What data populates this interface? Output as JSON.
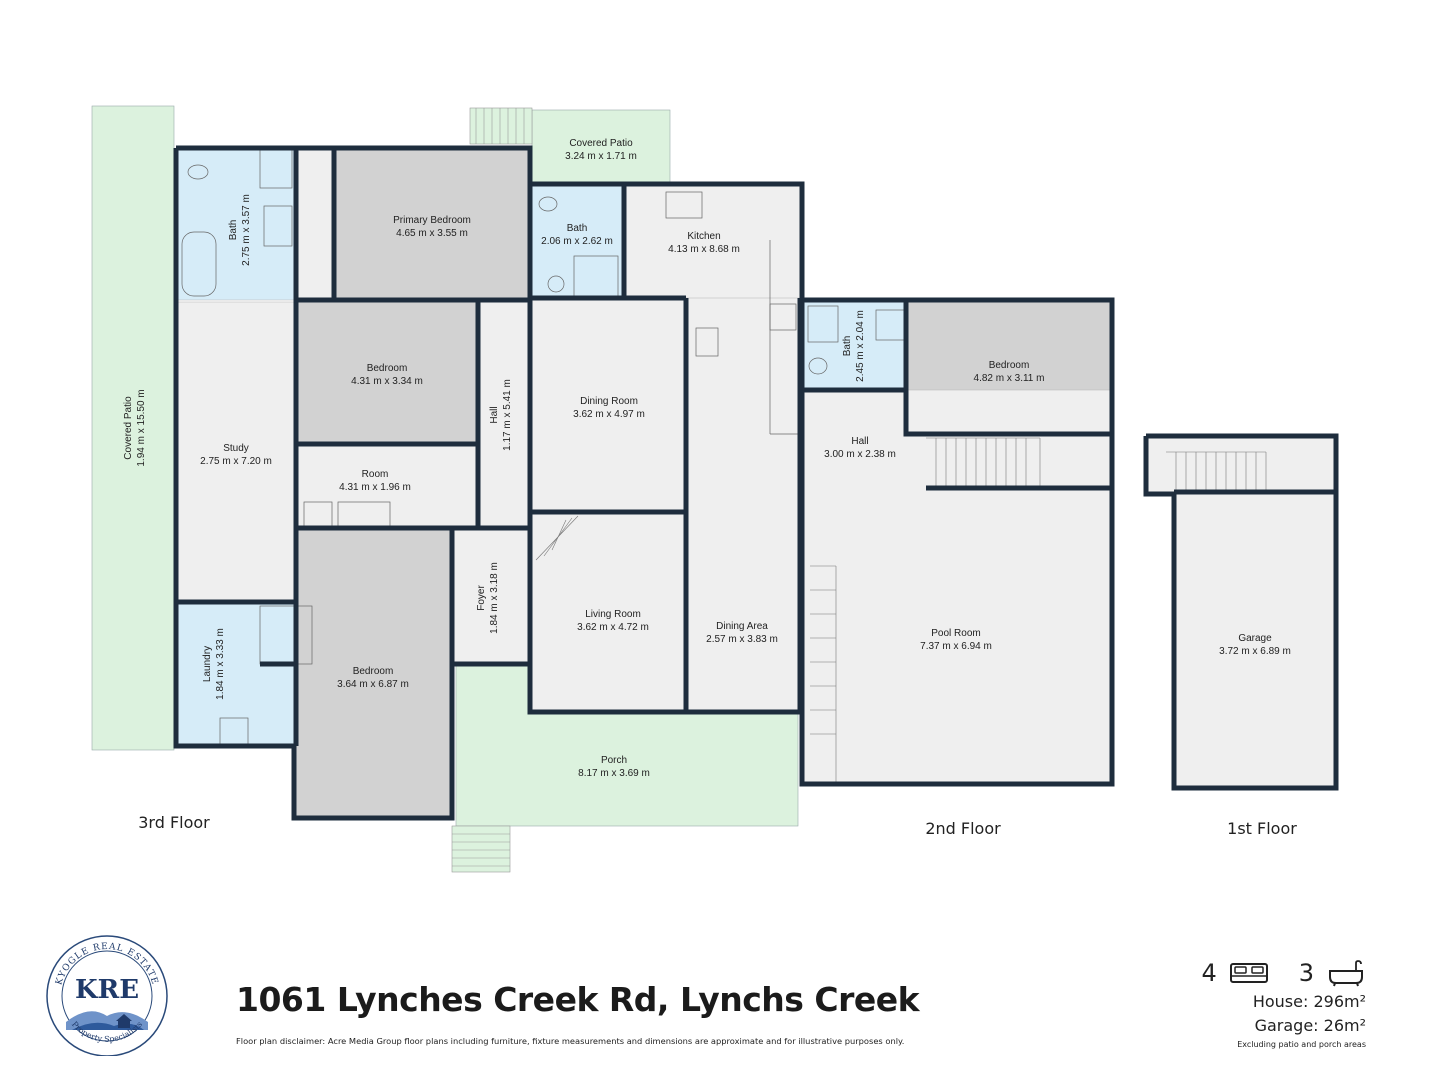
{
  "property": {
    "address": "1061 Lynches Creek Rd, Lynchs Creek",
    "disclaimer": "Floor plan disclaimer: Acre Media Group floor plans including furniture, fixture measurements and dimensions are approximate and for illustrative purposes only."
  },
  "stats": {
    "bedrooms": "4",
    "bathrooms": "3",
    "house_area": "House: 296m²",
    "garage_area": "Garage: 26m²",
    "note": "Excluding patio and porch areas"
  },
  "logo": {
    "arc_text": "KYOGLE REAL ESTATE",
    "initials": "KRE",
    "tagline": "Property Specialists"
  },
  "floors": [
    "3rd Floor",
    "2nd Floor",
    "1st Floor"
  ],
  "rooms": {
    "covered_patio_side": {
      "name": "Covered Patio",
      "dims": "1.94 m x 15.50 m"
    },
    "bath_3rd": {
      "name": "Bath",
      "dims": "2.75 m x 3.57 m"
    },
    "primary_bedroom": {
      "name": "Primary Bedroom",
      "dims": "4.65 m x 3.55 m"
    },
    "covered_patio_top": {
      "name": "Covered Patio",
      "dims": "3.24 m x 1.71 m"
    },
    "bath_ensuite": {
      "name": "Bath",
      "dims": "2.06 m x 2.62 m"
    },
    "kitchen": {
      "name": "Kitchen",
      "dims": "4.13 m x 8.68 m"
    },
    "study": {
      "name": "Study",
      "dims": "2.75 m x 7.20 m"
    },
    "bedroom_1": {
      "name": "Bedroom",
      "dims": "4.31 m x 3.34 m"
    },
    "room": {
      "name": "Room",
      "dims": "4.31 m x 1.96 m"
    },
    "hall_3rd": {
      "name": "Hall",
      "dims": "1.17 m x 5.41 m"
    },
    "dining_room": {
      "name": "Dining Room",
      "dims": "3.62 m x 4.97 m"
    },
    "laundry": {
      "name": "Laundry",
      "dims": "1.84 m x 3.33 m"
    },
    "bedroom_2": {
      "name": "Bedroom",
      "dims": "3.64 m x 6.87 m"
    },
    "foyer": {
      "name": "Foyer",
      "dims": "1.84 m x 3.18 m"
    },
    "living_room": {
      "name": "Living Room",
      "dims": "3.62 m x 4.72 m"
    },
    "dining_area": {
      "name": "Dining Area",
      "dims": "2.57 m x 3.83 m"
    },
    "porch": {
      "name": "Porch",
      "dims": "8.17 m x 3.69 m"
    },
    "bath_2nd": {
      "name": "Bath",
      "dims": "2.45 m x 2.04 m"
    },
    "bedroom_3": {
      "name": "Bedroom",
      "dims": "4.82 m x 3.11 m"
    },
    "hall_2nd": {
      "name": "Hall",
      "dims": "3.00 m x 2.38 m"
    },
    "pool_room": {
      "name": "Pool Room",
      "dims": "7.37 m x 6.94 m"
    },
    "garage": {
      "name": "Garage",
      "dims": "3.72 m x 6.89 m"
    }
  },
  "colors": {
    "wall": "#1e2d3d",
    "floor": "#efefef",
    "bedroom": "#d2d2d2",
    "wet_area": "#d6ecf8",
    "outdoor": "#dcf2de"
  }
}
